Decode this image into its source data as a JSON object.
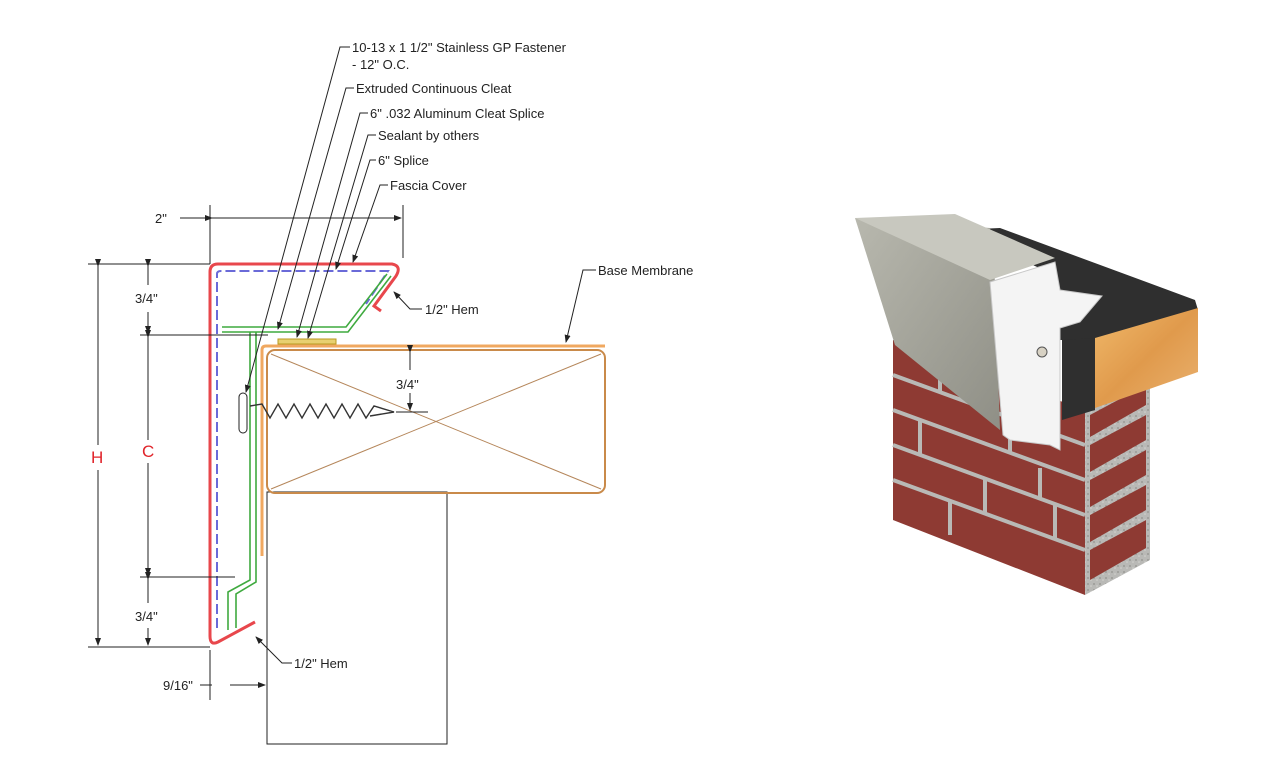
{
  "section_drawing": {
    "callouts": {
      "fastener_line1": "10-13 x 1 1/2\" Stainless GP Fastener",
      "fastener_line2": "- 12\" O.C.",
      "cleat": "Extruded Continuous Cleat",
      "cleat_splice": "6\" .032 Aluminum Cleat Splice",
      "sealant": "Sealant by others",
      "splice": "6\" Splice",
      "fascia_cover": "Fascia Cover",
      "base_membrane": "Base Membrane",
      "hem_top": "1/2\" Hem",
      "hem_bottom": "1/2\" Hem"
    },
    "dimensions": {
      "width": "2\"",
      "top_leg": "3/4\"",
      "height": "H",
      "clearance": "C",
      "bottom_leg": "3/4\"",
      "offset": "9/16\"",
      "fastener_depth": "3/4\""
    },
    "colors": {
      "fascia": "#e8474c",
      "cleat": "#3faa3f",
      "splice": "#6a6ad8",
      "wood": "#c98a4a",
      "dimension": "#e0242a"
    }
  },
  "render_3d": {
    "colors": {
      "fascia": "#a9a99f",
      "membrane": "#2f2f2f",
      "wood": "#e3a55a",
      "brick": "#8e3a33",
      "mortar": "#b9b9b6"
    }
  }
}
